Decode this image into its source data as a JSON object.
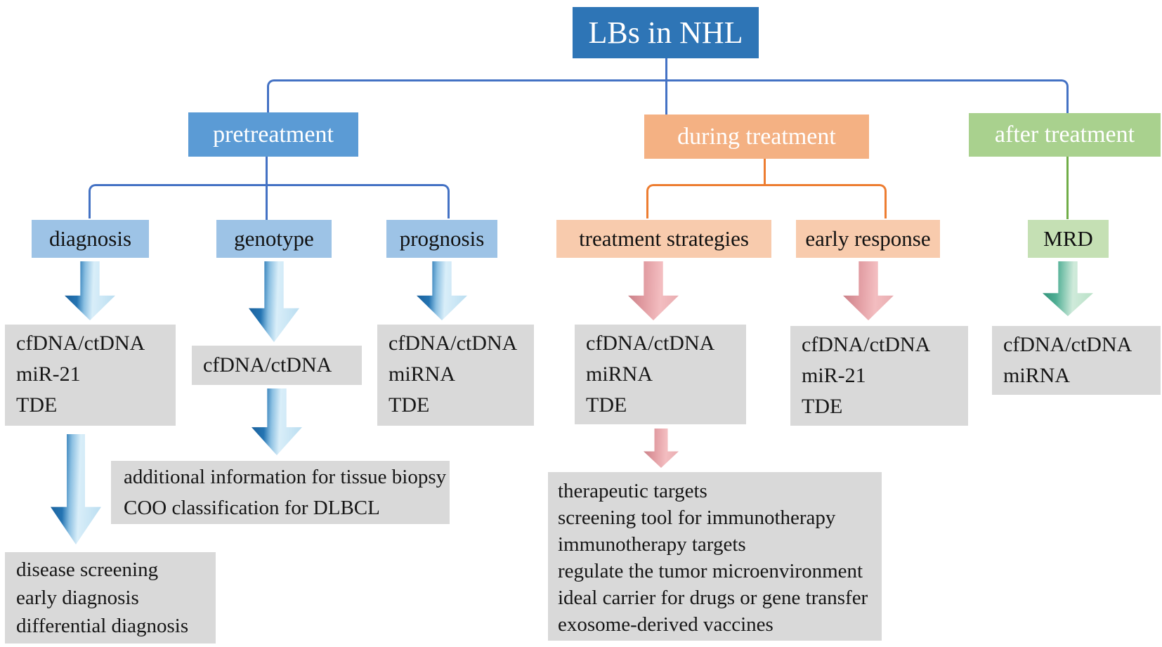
{
  "title": {
    "label": "LBs in NHL"
  },
  "palette": {
    "root_fill": "#2e75b6",
    "pretreatment_fill": "#5b9bd5",
    "during_treatment_fill": "#f4b183",
    "after_treatment_fill": "#a9d18e",
    "pretreatment_child_fill": "#9dc3e6",
    "during_child_fill": "#f8cbad",
    "after_child_fill": "#c5e0b4",
    "content_fill": "#d9d9d9",
    "blue_connector": "#4472c4",
    "orange_connector": "#ed7d31",
    "green_connector": "#70ad47"
  },
  "branches": [
    {
      "id": "pretreatment",
      "label": "pretreatment",
      "children": [
        {
          "id": "diagnosis",
          "label": "diagnosis",
          "biomarkers": [
            "cfDNA/ctDNA",
            "miR-21",
            "TDE"
          ],
          "applications": [
            "disease screening",
            "early diagnosis",
            "differential diagnosis"
          ]
        },
        {
          "id": "genotype",
          "label": "genotype",
          "biomarkers": [
            "cfDNA/ctDNA"
          ],
          "applications": [
            "additional information for tissue biopsy",
            "COO classification for DLBCL"
          ]
        },
        {
          "id": "prognosis",
          "label": "prognosis",
          "biomarkers": [
            "cfDNA/ctDNA",
            "miRNA",
            "TDE"
          ]
        }
      ]
    },
    {
      "id": "during-treatment",
      "label": "during treatment",
      "children": [
        {
          "id": "treatment-strategies",
          "label": "treatment strategies",
          "biomarkers": [
            "cfDNA/ctDNA",
            "miRNA",
            "TDE"
          ],
          "applications": [
            "therapeutic targets",
            "screening tool for immunotherapy",
            "immunotherapy targets",
            "regulate the tumor microenvironment",
            "ideal carrier for drugs or gene transfer",
            "exosome-derived vaccines"
          ]
        },
        {
          "id": "early-response",
          "label": "early response",
          "biomarkers": [
            "cfDNA/ctDNA",
            "miR-21",
            "TDE"
          ]
        }
      ]
    },
    {
      "id": "after-treatment",
      "label": "after treatment",
      "children": [
        {
          "id": "mrd",
          "label": "MRD",
          "biomarkers": [
            "cfDNA/ctDNA",
            "miRNA"
          ]
        }
      ]
    }
  ]
}
